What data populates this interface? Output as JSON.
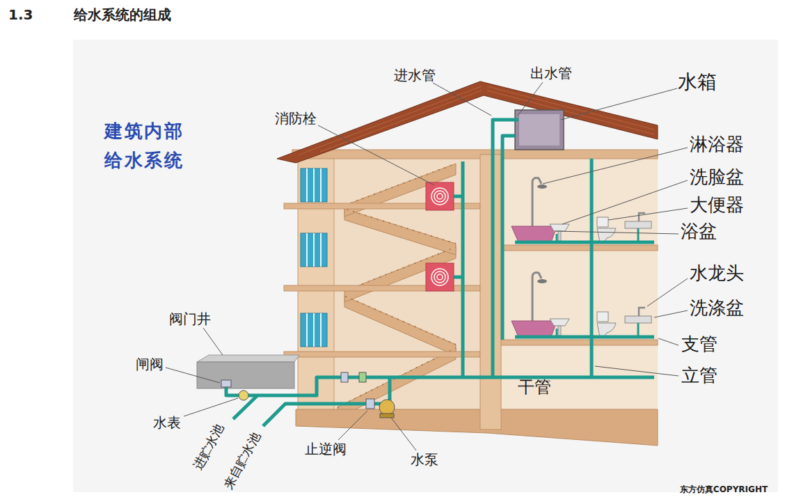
{
  "diagram": {
    "title": "1.3 给水系统的组成",
    "labels": [
      "建筑内部 给水系统",
      "进水管",
      "出水管",
      "水箱",
      "消防栓",
      "淋浴器",
      "洗脸盆",
      "大便器",
      "浴盆",
      "水龙头",
      "洗涤盆",
      "支管",
      "立管",
      "干管",
      "阀门井",
      "闸阀",
      "水表",
      "进贮水池",
      "来自贮水池",
      "止逆阀",
      "水泵",
      "东方仿真COPYRIGHT"
    ]
  }
}
